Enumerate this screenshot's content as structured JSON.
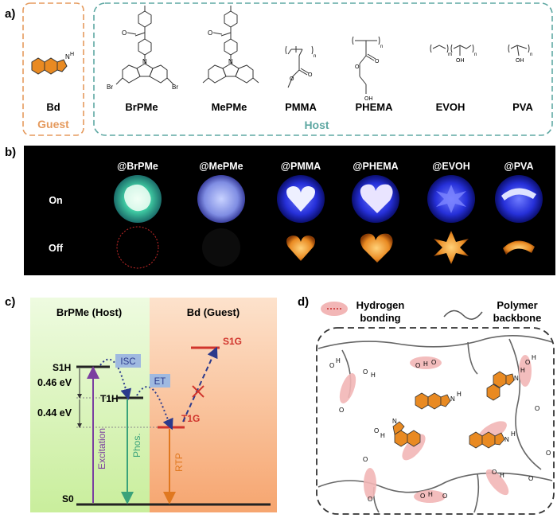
{
  "panel_a": {
    "label": "a)",
    "guest": {
      "name": "Bd",
      "role": "Guest"
    },
    "host_role": "Host",
    "hosts": [
      "BrPMe",
      "MePMe",
      "PMMA",
      "PHEMA",
      "EVOH",
      "PVA"
    ],
    "substituents": {
      "br": "Br",
      "n": "N",
      "o": "O",
      "oh": "OH",
      "nh": "H",
      "m": "m",
      "n_sub": "n"
    }
  },
  "panel_b": {
    "label": "b)",
    "columns": [
      "@BrPMe",
      "@MePMe",
      "@PMMA",
      "@PHEMA",
      "@EVOH",
      "@PVA"
    ],
    "rows": [
      "On",
      "Off"
    ]
  },
  "panel_c": {
    "label": "c)",
    "host_title": "BrPMe  (Host)",
    "guest_title": "Bd  (Guest)",
    "levels": {
      "s1h": "S1H",
      "t1h": "T1H",
      "s0": "S0",
      "s1g": "S1G",
      "t1g": "T1G"
    },
    "gaps": [
      "0.46 eV",
      "0.44 eV"
    ],
    "processes": {
      "isc": "ISC",
      "et": "ET",
      "excitation": "Excitation",
      "phos": "Phos.",
      "rtp": "RTP"
    },
    "colors": {
      "host_bg": "#d7f1b5",
      "guest_bg": "#f7b98a",
      "excitation": "#7b3fa0",
      "phos": "#3aa27a",
      "rtp": "#e07820",
      "guest_level": "#d0342c",
      "process_tag": "#9fb9e0"
    }
  },
  "panel_d": {
    "label": "d)",
    "legend": {
      "hbond": "Hydrogen\nbonding",
      "backbone": "Polymer\nbackbone"
    },
    "hbond_line1": "Hydrogen",
    "hbond_line2": "bonding",
    "backbone_line1": "Polymer",
    "backbone_line2": "backbone",
    "atoms": {
      "o": "O",
      "h": "H",
      "n": "N"
    }
  }
}
